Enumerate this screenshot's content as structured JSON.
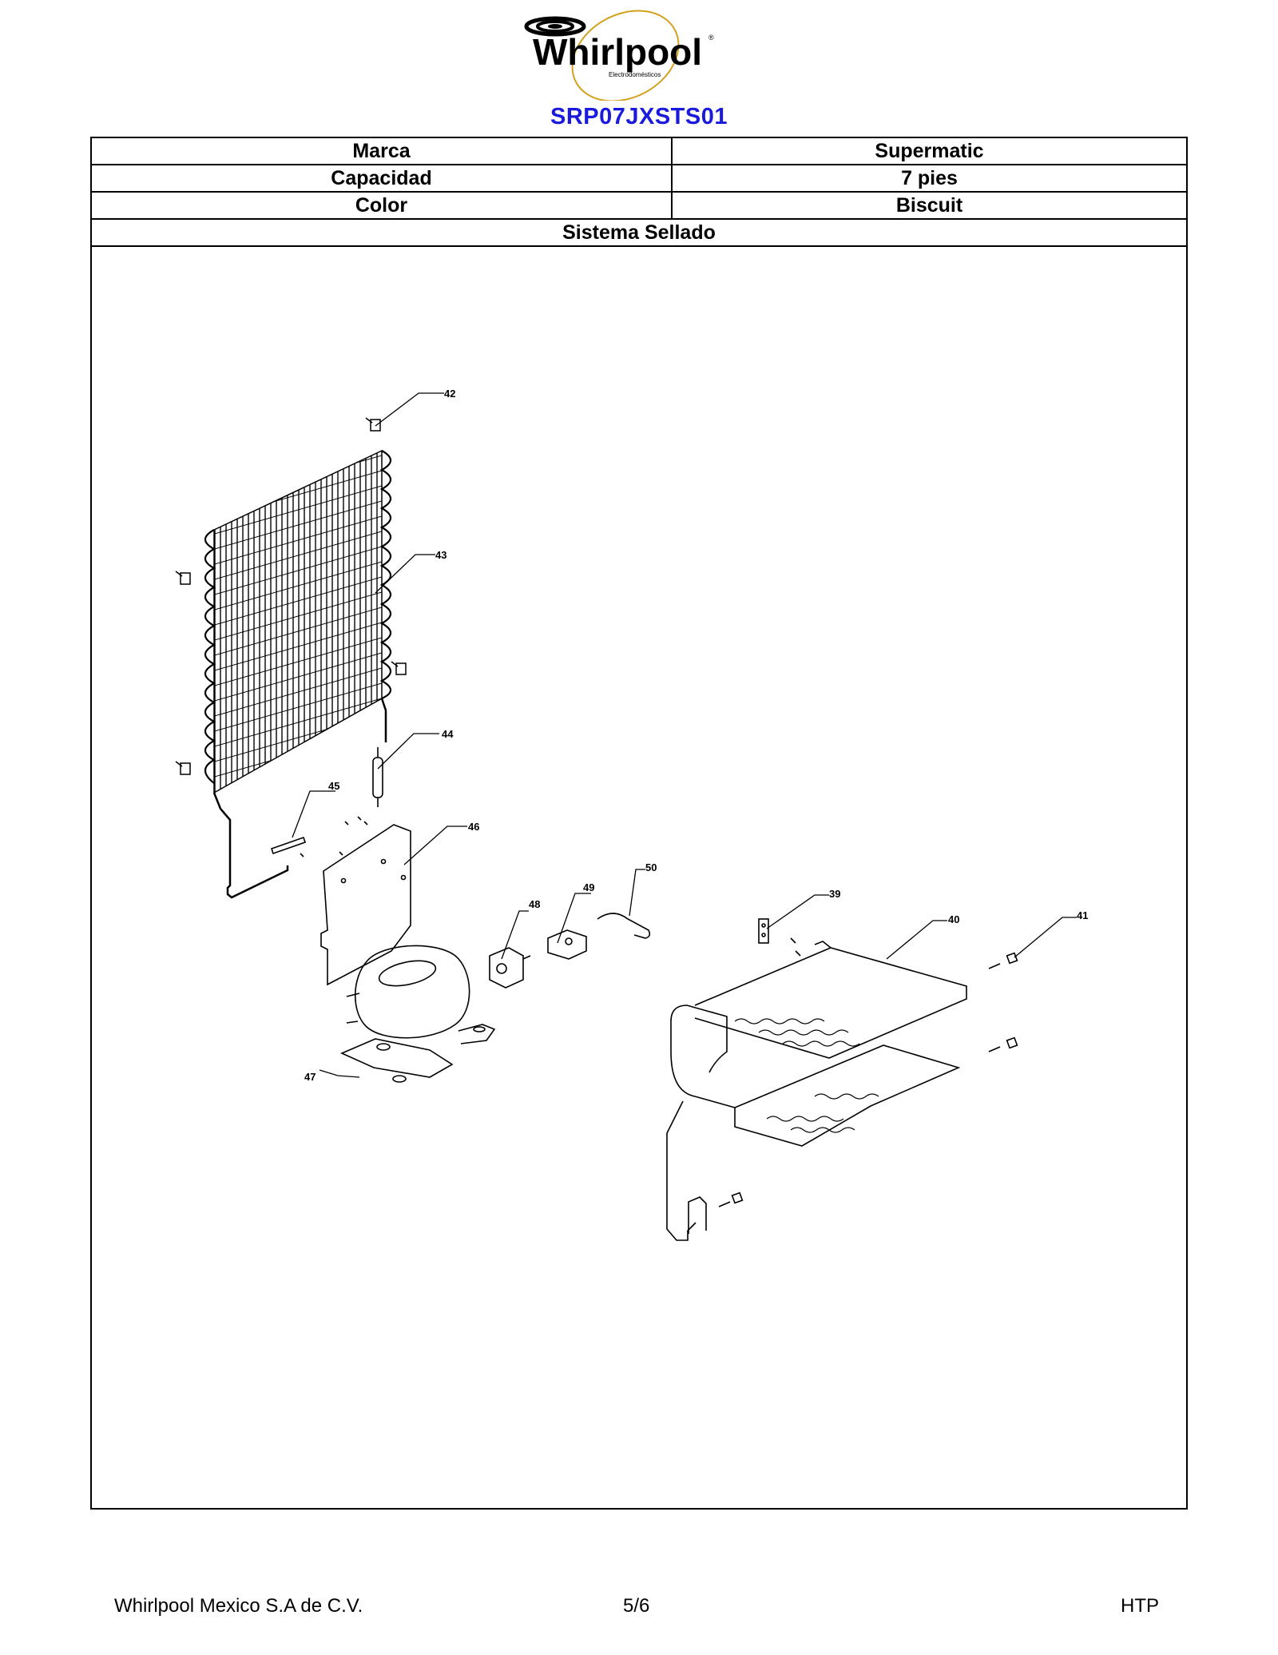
{
  "header": {
    "brand_logo": "Whirlpool",
    "logo_subtitle": "Electrodomésticos",
    "model": "SRP07JXSTS01"
  },
  "specs": {
    "rows": [
      {
        "label": "Marca",
        "value": "Supermatic"
      },
      {
        "label": "Capacidad",
        "value": "7 pies"
      },
      {
        "label": "Color",
        "value": "Biscuit"
      }
    ],
    "section_title": "Sistema Sellado"
  },
  "diagram": {
    "callouts": {
      "c39": "39",
      "c40": "40",
      "c41": "41",
      "c42": "42",
      "c43": "43",
      "c44": "44",
      "c45": "45",
      "c46": "46",
      "c47": "47",
      "c48": "48",
      "c49": "49",
      "c50": "50"
    }
  },
  "footer": {
    "company": "Whirlpool Mexico S.A de C.V.",
    "page": "5/6",
    "code": "HTP"
  },
  "colors": {
    "model_text": "#1a1adc",
    "logo_swoosh": "#d4a020"
  }
}
